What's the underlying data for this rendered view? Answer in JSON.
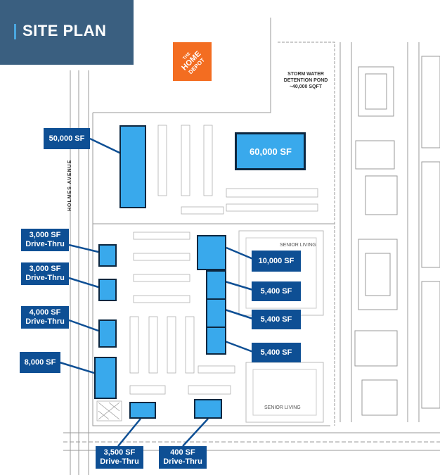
{
  "header": {
    "title": "SITE PLAN"
  },
  "logo": {
    "line1": "THE",
    "line2": "HOME",
    "line3": "DEPOT"
  },
  "annotations": {
    "pond_line1": "STORM WATER",
    "pond_line2": "DETENTION POND",
    "pond_line3": "~40,000 SQFT",
    "road": "HOLMES AVENUE",
    "senior_top": "SENIOR LIVING",
    "senior_bottom": "SENIOR LIVING"
  },
  "buildings": {
    "big_anchor": "60,000 SF"
  },
  "callouts": [
    {
      "label": "50,000 SF"
    },
    {
      "label": "3,000 SF\nDrive-Thru"
    },
    {
      "label": "3,000 SF\nDrive-Thru"
    },
    {
      "label": "4,000 SF\nDrive-Thru"
    },
    {
      "label": "8,000 SF"
    },
    {
      "label": "10,000 SF"
    },
    {
      "label": "5,400 SF"
    },
    {
      "label": "5,400 SF"
    },
    {
      "label": "5,400 SF"
    },
    {
      "label": "3,500 SF\nDrive-Thru"
    },
    {
      "label": "400 SF\nDrive-Thru"
    }
  ],
  "colors": {
    "header_bg": "#3a5f80",
    "tag_bg": "#0e4f94",
    "building_fill": "#39a9ec",
    "logo_orange": "#f36d21"
  }
}
